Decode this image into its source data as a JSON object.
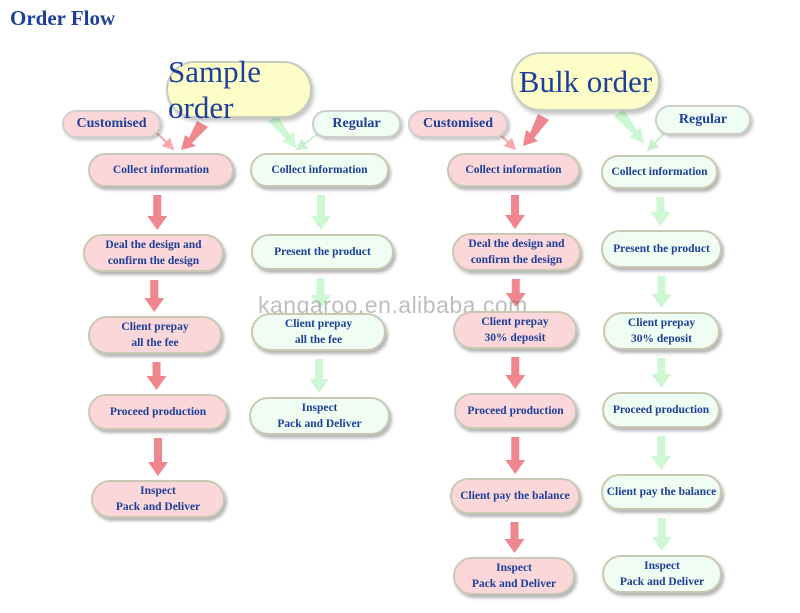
{
  "title": "Order Flow",
  "watermark": "kangaroo.en.alibaba.com",
  "colors": {
    "pink_fill": "#fbd7d9",
    "pink_arrow": "#f0868e",
    "green_fill": "#effdf2",
    "green_arrow": "#cef7d4",
    "text": "#1d3f9a"
  },
  "sample_order": {
    "label": "Sample order",
    "customised_label": "Customised",
    "regular_label": "Regular",
    "customised_steps": [
      "Collect information",
      "Deal the design and\nconfirm the design",
      "Client prepay\nall the fee",
      "Proceed production",
      "Inspect\nPack and Deliver"
    ],
    "regular_steps": [
      "Collect information",
      "Present the product",
      "Client prepay\nall the fee",
      "Inspect\nPack and Deliver"
    ]
  },
  "bulk_order": {
    "label": "Bulk order",
    "customised_label": "Customised",
    "regular_label": "Regular",
    "customised_steps": [
      "Collect information",
      "Deal the design and\nconfirm the design",
      "Client prepay\n30% deposit",
      "Proceed production",
      "Client pay the balance",
      "Inspect\nPack and Deliver"
    ],
    "regular_steps": [
      "Collect information",
      "Present the product",
      "Client prepay\n30% deposit",
      "Proceed production",
      "Client pay the balance",
      "Inspect\nPack and Deliver"
    ]
  }
}
